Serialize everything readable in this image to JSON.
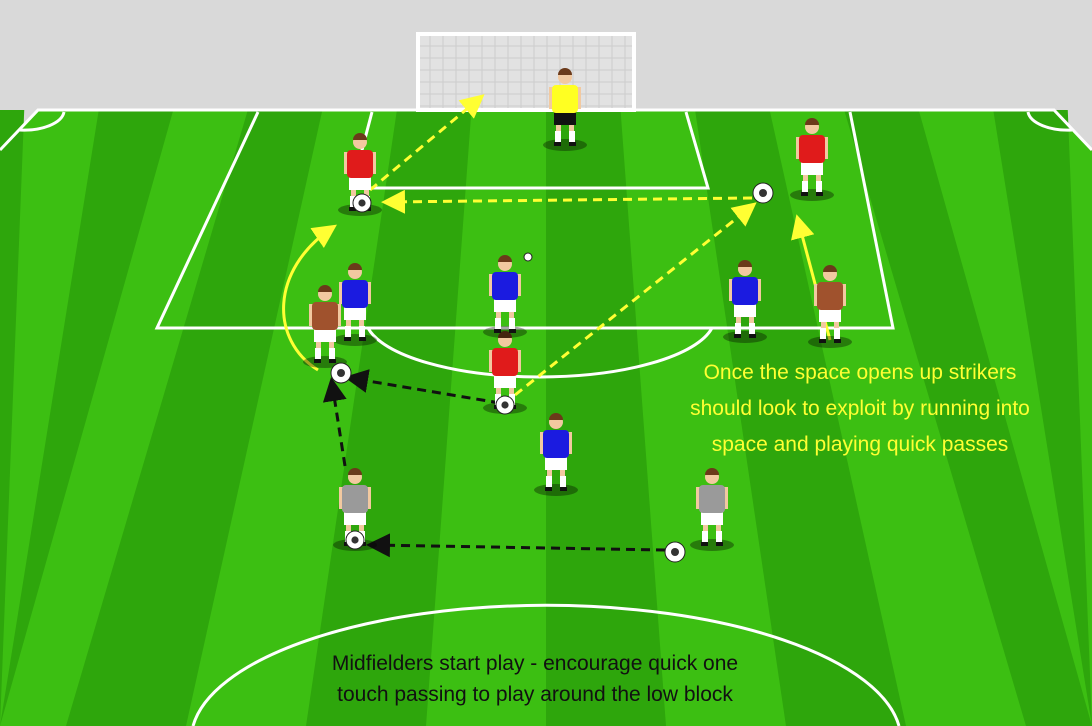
{
  "annotations": {
    "strikers_note": [
      "Once the space opens up strikers",
      "should look to exploit by running into",
      "space and playing quick passes"
    ],
    "midfielders_note": [
      "Midfielders start play - encourage quick one",
      "touch passing to play around the low block"
    ]
  },
  "colors": {
    "pitch_light": "#3cbf12",
    "pitch_dark": "#2ea60c",
    "lines": "#ffffff",
    "attacker_red": "#e01b1b",
    "defender_blue": "#1b1be0",
    "goalkeeper_yellow": "#ffff22",
    "striker_brown": "#a0522d",
    "midfielder_grey": "#9a9a9a",
    "pass_yellow": "#ffff33",
    "pass_black": "#111111"
  },
  "players": [
    {
      "role": "attacker",
      "team": "red"
    },
    {
      "role": "attacker",
      "team": "red"
    },
    {
      "role": "attacker",
      "team": "red"
    },
    {
      "role": "goalkeeper",
      "team": "yellow"
    },
    {
      "role": "defender",
      "team": "blue"
    },
    {
      "role": "defender",
      "team": "blue"
    },
    {
      "role": "defender",
      "team": "blue"
    },
    {
      "role": "defender",
      "team": "blue"
    },
    {
      "role": "striker",
      "team": "brown"
    },
    {
      "role": "striker",
      "team": "brown"
    },
    {
      "role": "midfielder",
      "team": "grey"
    },
    {
      "role": "midfielder",
      "team": "grey"
    }
  ]
}
